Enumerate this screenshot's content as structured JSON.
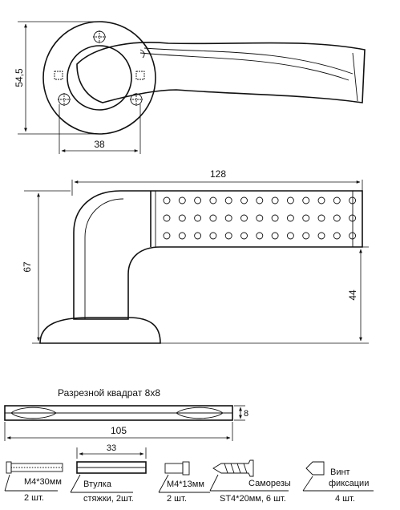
{
  "top_view": {
    "dim_height": "54,5",
    "dim_width": "38"
  },
  "side_view": {
    "dim_length": "128",
    "dim_height": "67",
    "dim_axis": "44"
  },
  "square_bar": {
    "title": "Разрезной квадрат 8х8",
    "dim_length": "105",
    "dim_side": "8"
  },
  "parts": [
    {
      "name": "М4*30мм",
      "qty": "2 шт."
    },
    {
      "name": "Втулка",
      "name2": "стяжки, 2шт.",
      "dim": "33"
    },
    {
      "name": "М4*13мм",
      "qty": "2 шт."
    },
    {
      "name": "Саморезы",
      "qty": "ST4*20мм, 6 шт."
    },
    {
      "name": "Винт",
      "name2": "фиксации",
      "qty": "4 шт."
    }
  ]
}
